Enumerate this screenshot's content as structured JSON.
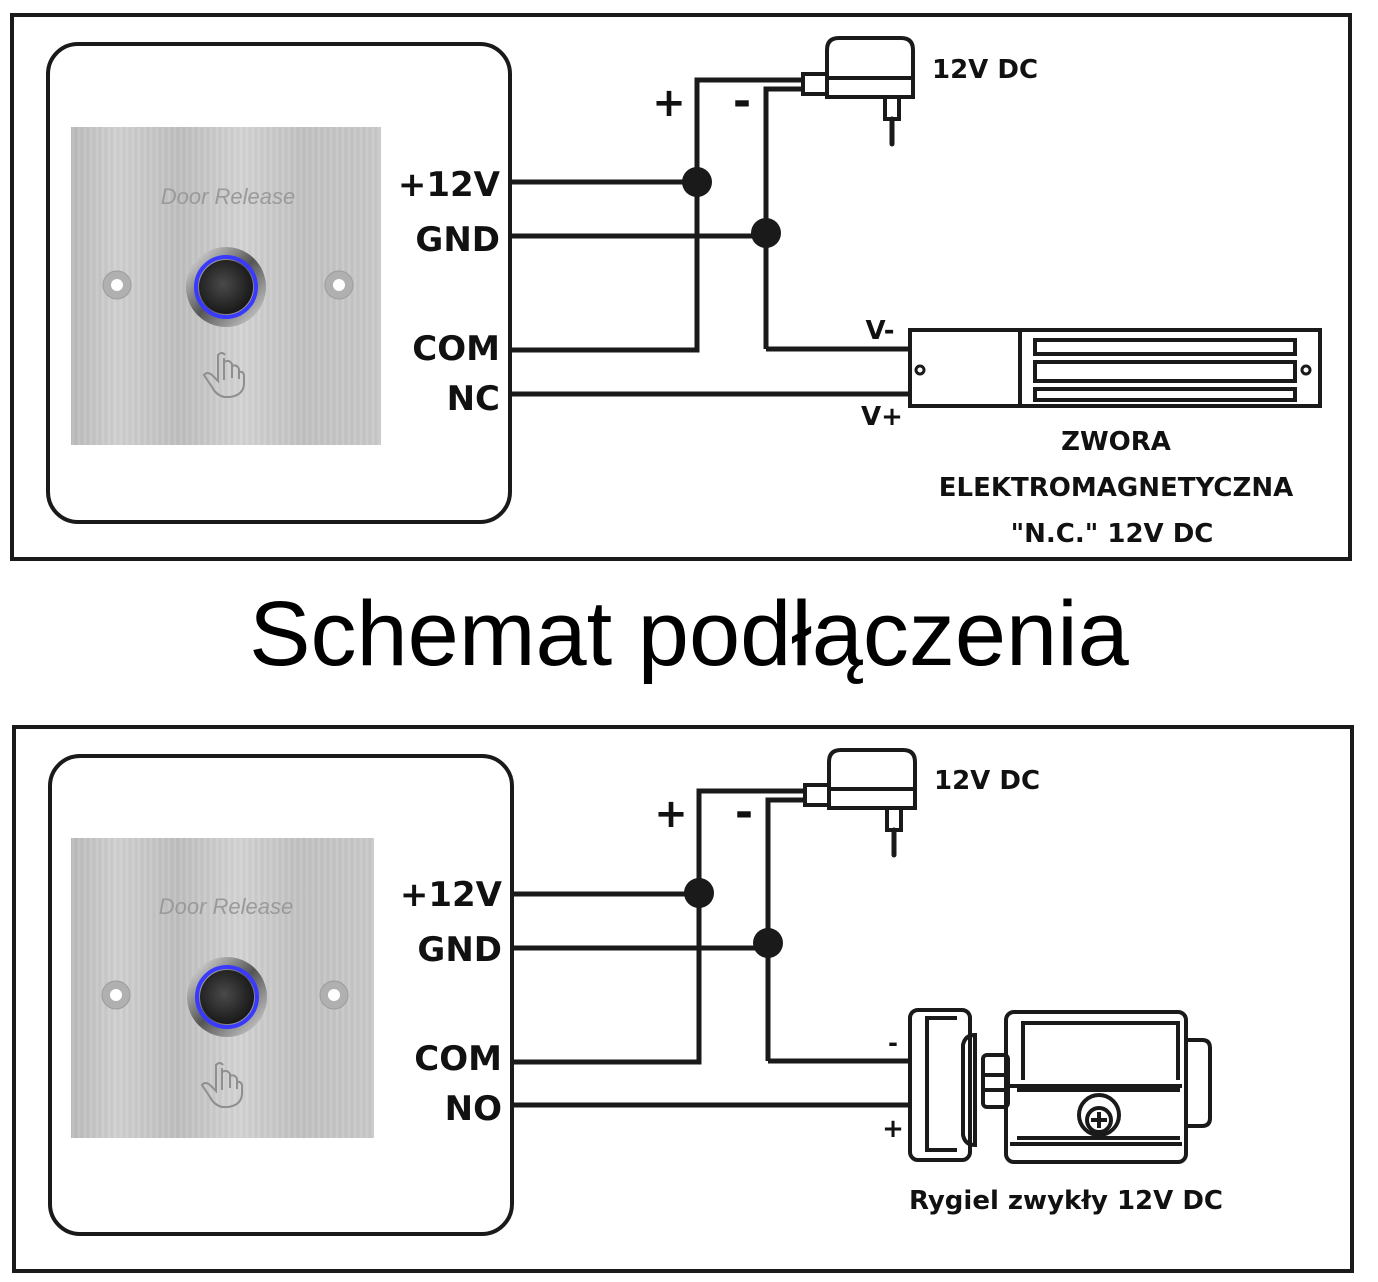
{
  "title": "Schemat podłączenia",
  "colors": {
    "line": "#1a1a1a",
    "led_ring": "#3a3aff",
    "plate": "#c4c4c4"
  },
  "panels": [
    {
      "id": "nc",
      "button_plate_text": "Door Release",
      "terminals": [
        "+12V",
        "GND",
        "COM",
        "NC"
      ],
      "psu": {
        "plus": "+",
        "minus": "-",
        "label": "12V DC"
      },
      "device": {
        "type": "electromagnetic-lock",
        "pin_minus": "V-",
        "pin_plus": "V+",
        "caption_lines": [
          "ZWORA",
          "ELEKTROMAGNETYCZNA",
          "\"N.C.\" 12V DC"
        ]
      }
    },
    {
      "id": "no",
      "button_plate_text": "Door Release",
      "terminals": [
        "+12V",
        "GND",
        "COM",
        "NO"
      ],
      "psu": {
        "plus": "+",
        "minus": "-",
        "label": "12V DC"
      },
      "device": {
        "type": "electric-strike",
        "pin_minus": "-",
        "pin_plus": "+",
        "caption_lines": [
          "Rygiel zwykły 12V DC"
        ]
      }
    }
  ]
}
